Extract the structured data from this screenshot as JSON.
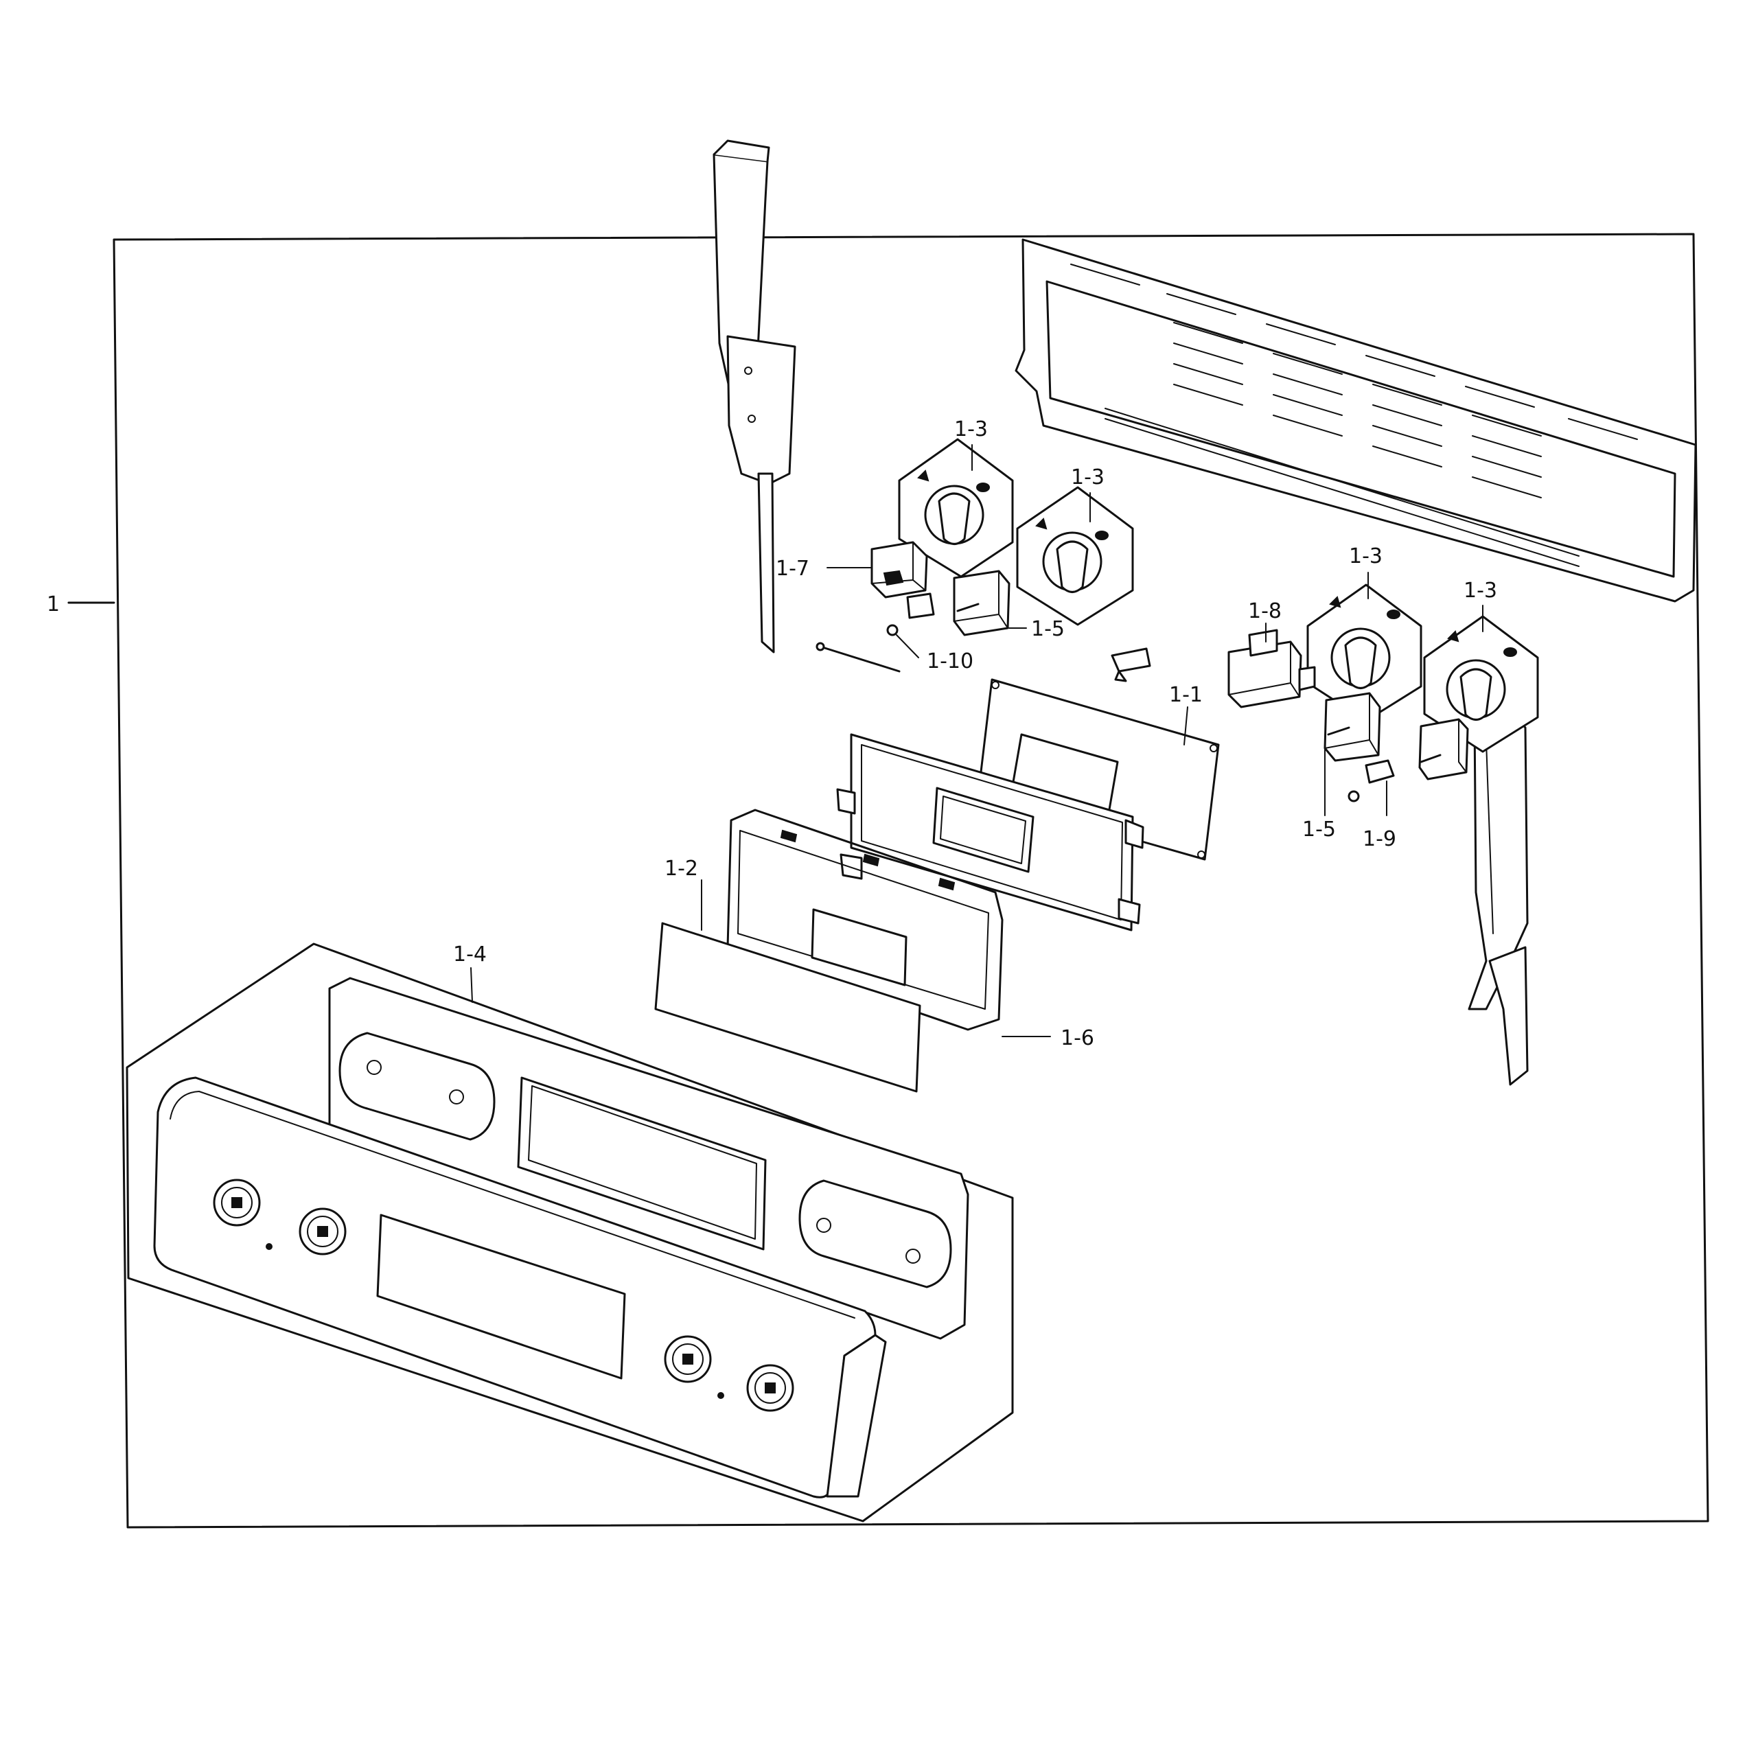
{
  "labels": {
    "assembly": "1",
    "pcb": "1-1",
    "overlay": "1-2",
    "knob_a": "1-3",
    "knob_b": "1-3",
    "knob_c": "1-3",
    "knob_d": "1-3",
    "panel": "1-4",
    "switch_left": "1-5",
    "switch_right": "1-5",
    "frame": "1-6",
    "switch_small": "1-7",
    "relay": "1-8",
    "clip": "1-9",
    "screw": "1-10"
  },
  "colors": {
    "line": "#111111",
    "background": "#ffffff"
  }
}
